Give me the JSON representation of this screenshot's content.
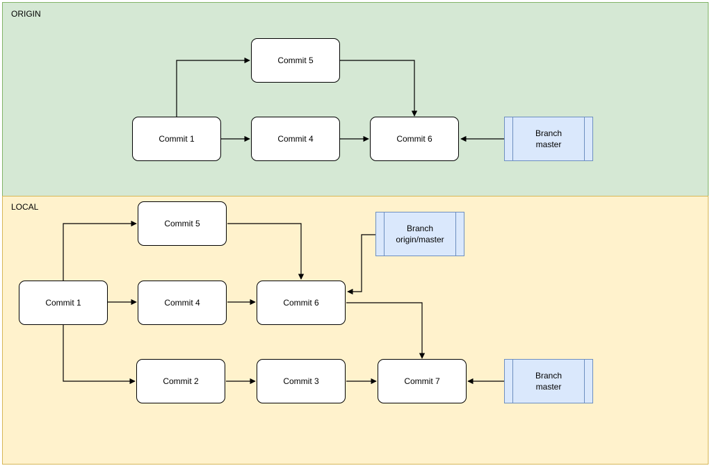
{
  "regions": {
    "origin": {
      "title": "ORIGIN",
      "fill": "#d5e8d4",
      "stroke": "#82b366"
    },
    "local": {
      "title": "LOCAL",
      "fill": "#fff2cc",
      "stroke": "#d6b656"
    }
  },
  "origin": {
    "commit1": "Commit 1",
    "commit4": "Commit 4",
    "commit5": "Commit 5",
    "commit6": "Commit 6",
    "branch_master": {
      "line1": "Branch",
      "line2": "master"
    }
  },
  "local": {
    "commit1": "Commit 1",
    "commit2": "Commit 2",
    "commit3": "Commit 3",
    "commit4": "Commit 4",
    "commit5": "Commit 5",
    "commit6": "Commit 6",
    "commit7": "Commit 7",
    "branch_origin_master": {
      "line1": "Branch",
      "line2": "origin/master"
    },
    "branch_master": {
      "line1": "Branch",
      "line2": "master"
    }
  },
  "colors": {
    "branch_fill": "#dae8fc",
    "branch_stroke": "#6c8ebf",
    "commit_fill": "#ffffff",
    "edge": "#000000"
  }
}
